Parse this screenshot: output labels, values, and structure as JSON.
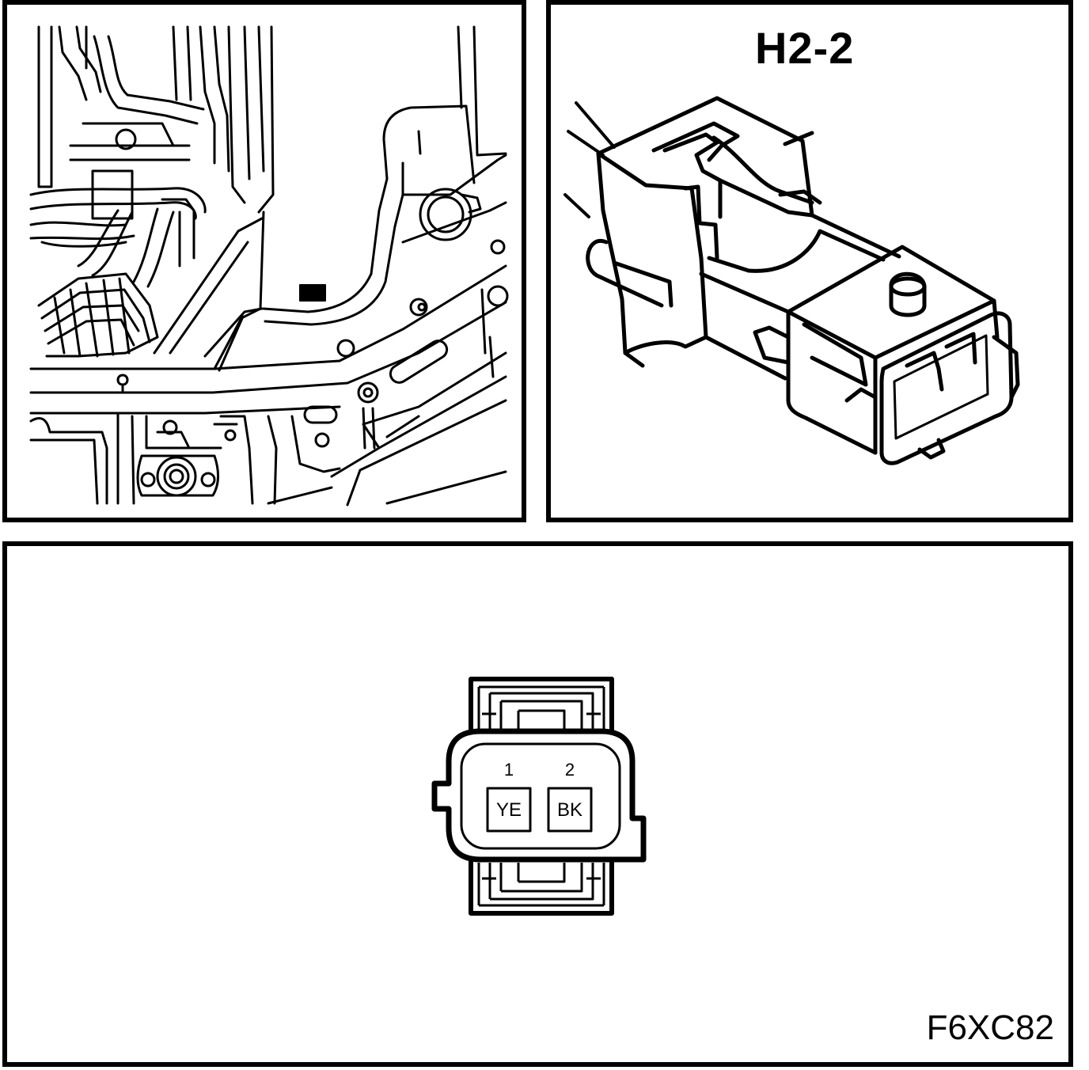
{
  "connector": {
    "title": "H2-2",
    "pins": [
      {
        "number": "1",
        "wire_color": "YE"
      },
      {
        "number": "2",
        "wire_color": "BK"
      }
    ]
  },
  "figure_code": "F6XC82"
}
